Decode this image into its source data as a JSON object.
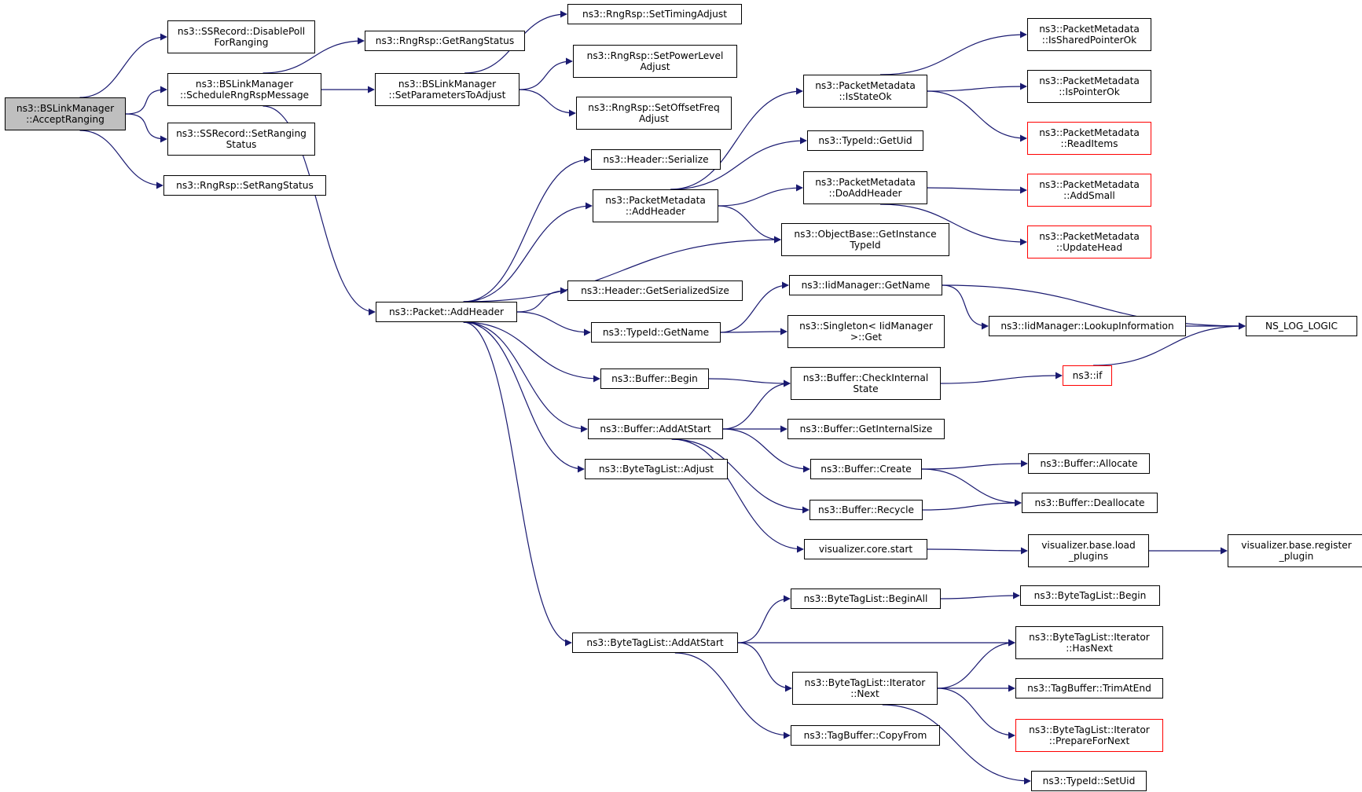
{
  "nodes": {
    "n1": {
      "label": "ns3::BSLinkManager\n::AcceptRanging",
      "style": "root"
    },
    "n2": {
      "label": "ns3::SSRecord::DisablePoll\nForRanging"
    },
    "n3": {
      "label": "ns3::BSLinkManager\n::ScheduleRngRspMessage"
    },
    "n4": {
      "label": "ns3::SSRecord::SetRanging\nStatus"
    },
    "n5": {
      "label": "ns3::RngRsp::SetRangStatus"
    },
    "n6": {
      "label": "ns3::RngRsp::GetRangStatus"
    },
    "n7": {
      "label": "ns3::BSLinkManager\n::SetParametersToAdjust"
    },
    "n8": {
      "label": "ns3::Packet::AddHeader"
    },
    "n9": {
      "label": "ns3::RngRsp::SetTimingAdjust"
    },
    "n10": {
      "label": "ns3::RngRsp::SetPowerLevel\nAdjust"
    },
    "n11": {
      "label": "ns3::RngRsp::SetOffsetFreq\nAdjust"
    },
    "n12": {
      "label": "ns3::Header::Serialize"
    },
    "n13": {
      "label": "ns3::PacketMetadata\n::AddHeader"
    },
    "n14": {
      "label": "ns3::Header::GetSerializedSize"
    },
    "n15": {
      "label": "ns3::TypeId::GetName"
    },
    "n16": {
      "label": "ns3::Buffer::Begin"
    },
    "n17": {
      "label": "ns3::Buffer::AddAtStart"
    },
    "n18": {
      "label": "ns3::ByteTagList::Adjust"
    },
    "n19": {
      "label": "ns3::ByteTagList::AddAtStart"
    },
    "n20": {
      "label": "ns3::PacketMetadata\n::IsStateOk"
    },
    "n21": {
      "label": "ns3::TypeId::GetUid"
    },
    "n22": {
      "label": "ns3::PacketMetadata\n::DoAddHeader"
    },
    "n23": {
      "label": "ns3::ObjectBase::GetInstance\nTypeId"
    },
    "n24": {
      "label": "ns3::IidManager::GetName"
    },
    "n25": {
      "label": "ns3::Singleton< IidManager\n>::Get"
    },
    "n26": {
      "label": "ns3::Buffer::CheckInternal\nState"
    },
    "n27": {
      "label": "ns3::Buffer::GetInternalSize"
    },
    "n28": {
      "label": "ns3::Buffer::Create"
    },
    "n29": {
      "label": "ns3::Buffer::Recycle"
    },
    "n30": {
      "label": "visualizer.core.start"
    },
    "n31": {
      "label": "ns3::ByteTagList::BeginAll"
    },
    "n32": {
      "label": "ns3::ByteTagList::Iterator\n::Next"
    },
    "n33": {
      "label": "ns3::TagBuffer::CopyFrom"
    },
    "n34": {
      "label": "ns3::PacketMetadata\n::IsSharedPointerOk"
    },
    "n35": {
      "label": "ns3::PacketMetadata\n::IsPointerOk"
    },
    "n36": {
      "label": "ns3::PacketMetadata\n::ReadItems",
      "style": "red"
    },
    "n37": {
      "label": "ns3::PacketMetadata\n::AddSmall",
      "style": "red"
    },
    "n38": {
      "label": "ns3::PacketMetadata\n::UpdateHead",
      "style": "red"
    },
    "n39": {
      "label": "ns3::IidManager::LookupInformation"
    },
    "n40": {
      "label": "ns3::if",
      "style": "red"
    },
    "n41": {
      "label": "ns3::Buffer::Allocate"
    },
    "n42": {
      "label": "ns3::Buffer::Deallocate"
    },
    "n43": {
      "label": "visualizer.base.load\n_plugins"
    },
    "n44": {
      "label": "ns3::ByteTagList::Begin"
    },
    "n45": {
      "label": "ns3::ByteTagList::Iterator\n::HasNext"
    },
    "n46": {
      "label": "ns3::TagBuffer::TrimAtEnd"
    },
    "n47": {
      "label": "ns3::ByteTagList::Iterator\n::PrepareForNext",
      "style": "red"
    },
    "n48": {
      "label": "ns3::TypeId::SetUid"
    },
    "n49": {
      "label": "NS_LOG_LOGIC"
    },
    "n50": {
      "label": "visualizer.base.register\n_plugin"
    }
  },
  "edges": [
    [
      "n1",
      "n2"
    ],
    [
      "n1",
      "n3"
    ],
    [
      "n1",
      "n4"
    ],
    [
      "n1",
      "n5"
    ],
    [
      "n3",
      "n6"
    ],
    [
      "n3",
      "n7"
    ],
    [
      "n3",
      "n8"
    ],
    [
      "n7",
      "n9"
    ],
    [
      "n7",
      "n10"
    ],
    [
      "n7",
      "n11"
    ],
    [
      "n8",
      "n12"
    ],
    [
      "n8",
      "n13"
    ],
    [
      "n8",
      "n23"
    ],
    [
      "n8",
      "n14"
    ],
    [
      "n8",
      "n15"
    ],
    [
      "n8",
      "n16"
    ],
    [
      "n8",
      "n17"
    ],
    [
      "n8",
      "n18"
    ],
    [
      "n8",
      "n19"
    ],
    [
      "n13",
      "n20"
    ],
    [
      "n13",
      "n21"
    ],
    [
      "n13",
      "n22"
    ],
    [
      "n13",
      "n23"
    ],
    [
      "n20",
      "n34"
    ],
    [
      "n20",
      "n35"
    ],
    [
      "n20",
      "n36"
    ],
    [
      "n22",
      "n37"
    ],
    [
      "n22",
      "n38"
    ],
    [
      "n15",
      "n24"
    ],
    [
      "n15",
      "n25"
    ],
    [
      "n24",
      "n39"
    ],
    [
      "n24",
      "n49"
    ],
    [
      "n39",
      "n49"
    ],
    [
      "n16",
      "n26"
    ],
    [
      "n26",
      "n40"
    ],
    [
      "n40",
      "n49"
    ],
    [
      "n17",
      "n26"
    ],
    [
      "n17",
      "n27"
    ],
    [
      "n17",
      "n28"
    ],
    [
      "n17",
      "n29"
    ],
    [
      "n17",
      "n30"
    ],
    [
      "n28",
      "n41"
    ],
    [
      "n28",
      "n42"
    ],
    [
      "n29",
      "n42"
    ],
    [
      "n30",
      "n43"
    ],
    [
      "n43",
      "n50"
    ],
    [
      "n19",
      "n31"
    ],
    [
      "n19",
      "n45"
    ],
    [
      "n19",
      "n32"
    ],
    [
      "n19",
      "n33"
    ],
    [
      "n31",
      "n44"
    ],
    [
      "n32",
      "n45"
    ],
    [
      "n32",
      "n46"
    ],
    [
      "n32",
      "n47"
    ],
    [
      "n32",
      "n48"
    ]
  ]
}
